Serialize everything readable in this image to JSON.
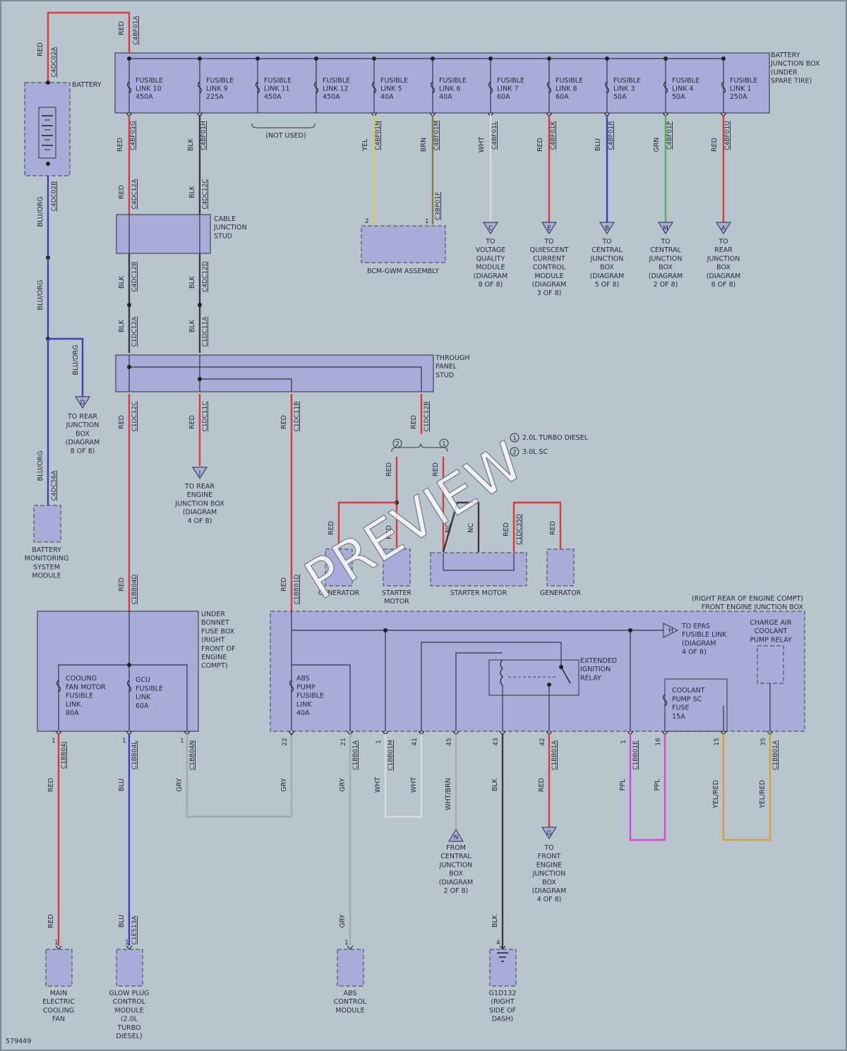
{
  "diagram_id": "579449",
  "watermark": "PREVIEW",
  "battery": {
    "label": "BATTERY",
    "top_conn": "C4DC02A",
    "bottom_conn": "C4DC02B"
  },
  "bjb": {
    "title_lines": [
      "BATTERY",
      "JUNCTION BOX",
      "(UNDER",
      "SPARE TIRE)"
    ],
    "input_conn": "C4BF01A",
    "links": [
      {
        "l1": "FUSIBLE",
        "l2": "LINK 10",
        "l3": "450A",
        "conn": "C4BF01G",
        "wire": "RED"
      },
      {
        "l1": "FUSIBLE",
        "l2": "LINK 9",
        "l3": "225A",
        "conn": "C4BF01H",
        "wire": "BLK"
      },
      {
        "l1": "FUSIBLE",
        "l2": "LINK 11",
        "l3": "450A",
        "conn": "",
        "wire": ""
      },
      {
        "l1": "FUSIBLE",
        "l2": "LINK 12",
        "l3": "450A",
        "conn": "",
        "wire": ""
      },
      {
        "l1": "FUSIBLE",
        "l2": "LINK 5",
        "l3": "40A",
        "conn": "C4BF01N",
        "wire": "YEL"
      },
      {
        "l1": "FUSIBLE",
        "l2": "LINK 6",
        "l3": "40A",
        "conn": "C4BF01M",
        "wire": "BRN"
      },
      {
        "l1": "FUSIBLE",
        "l2": "LINK 7",
        "l3": "60A",
        "conn": "C4BF01L",
        "wire": "WHT"
      },
      {
        "l1": "FUSIBLE",
        "l2": "LINK 8",
        "l3": "60A",
        "conn": "C4BF01K",
        "wire": "RED"
      },
      {
        "l1": "FUSIBLE",
        "l2": "LINK 3",
        "l3": "50A",
        "conn": "C4BF01R",
        "wire": "BLU"
      },
      {
        "l1": "FUSIBLE",
        "l2": "LINK 4",
        "l3": "50A",
        "conn": "C4BF01P",
        "wire": "GRN"
      },
      {
        "l1": "FUSIBLE",
        "l2": "LINK 1",
        "l3": "250A",
        "conn": "C4BF01U",
        "wire": "RED"
      }
    ],
    "not_used": "(NOT USED)"
  },
  "cable_stud": {
    "lines": [
      "CABLE",
      "JUNCTION",
      "STUD"
    ],
    "c1": "C4DC12A",
    "c2": "C4DC12C",
    "c3": "C4DC12B",
    "c4": "C4DC12D"
  },
  "bcm": {
    "label": "BCM-GWM ASSEMBLY",
    "conn": "C3BP01F"
  },
  "destinations": [
    {
      "letter": "C",
      "lines": [
        "TO",
        "VOLTAGE",
        "QUALITY",
        "MODULE",
        "(DIAGRAM",
        "8 OF 8)"
      ]
    },
    {
      "letter": "E",
      "lines": [
        "TO",
        "QUIESCENT",
        "CURRENT",
        "CONTROL",
        "MODULE",
        "(DIAGRAM",
        "3 OF 8)"
      ]
    },
    {
      "letter": "B",
      "lines": [
        "TO",
        "CENTRAL",
        "JUNCTION",
        "BOX",
        "(DIAGRAM",
        "5 OF 8)"
      ]
    },
    {
      "letter": "M",
      "lines": [
        "TO",
        "CENTRAL",
        "JUNCTION",
        "BOX",
        "(DIAGRAM",
        "2 OF 8)"
      ]
    },
    {
      "letter": "A",
      "lines": [
        "TO",
        "REAR",
        "JUNCTION",
        "BOX",
        "(DIAGRAM",
        "6 OF 8)"
      ]
    }
  ],
  "left_chain": {
    "wire": "BLU/ORG",
    "conn_bms": "C4DC56A"
  },
  "rear_jb_d": {
    "letter": "D",
    "lines": [
      "TO REAR",
      "JUNCTION",
      "BOX",
      "(DIAGRAM",
      "8 OF 8)"
    ]
  },
  "bms": {
    "lines": [
      "BATTERY",
      "MONITORING",
      "SYSTEM",
      "MODULE"
    ]
  },
  "through_stud": {
    "lines": [
      "THROUGH",
      "PANEL",
      "STUD"
    ],
    "c_a": "C1DC12A",
    "c_b": "C1DC11A",
    "out1": "C1DC12C",
    "out2": "C1DC11C",
    "out3": "C1DC11B",
    "out4": "C1DC12B"
  },
  "rear_engine_jb": {
    "letter": "J",
    "lines": [
      "TO REAR",
      "ENGINE",
      "JUNCTION BOX",
      "(DIAGRAM",
      "4 OF 8)"
    ]
  },
  "legend": [
    {
      "num": "1",
      "text": "2.0L TURBO DIESEL"
    },
    {
      "num": "2",
      "text": "3.0L SC"
    }
  ],
  "starter_area": {
    "generator_left": "GENERATOR",
    "starter_motor_1": [
      "STARTER",
      "MOTOR"
    ],
    "starter_motor_2": "STARTER MOTOR",
    "generator_right": "GENERATOR",
    "conn_35d": "C1DC35D",
    "nc": "NC"
  },
  "ubfb": {
    "title_lines": [
      "UNDER",
      "BONNET",
      "FUSE BOX",
      "(RIGHT",
      "FRONT OF",
      "ENGINE",
      "COMPT)"
    ],
    "in_conn": "C1BB04D",
    "fuse_a": [
      "COOLING",
      "FAN MOTOR",
      "FUSIBLE",
      "LINK",
      "80A"
    ],
    "fuse_b": [
      "GCU",
      "FUSIBLE",
      "LINK",
      "60A"
    ],
    "out": [
      {
        "pin": "1",
        "conn": "C1BB04J",
        "wire": "RED"
      },
      {
        "pin": "1",
        "conn": "C1BB04L",
        "wire": "BLU"
      },
      {
        "pin": "1",
        "conn": "C1BB04N",
        "wire": "GRY"
      }
    ]
  },
  "fejb": {
    "title_lines": [
      "(RIGHT REAR OF ENGINE COMPT)",
      "FRONT ENGINE JUNCTION BOX"
    ],
    "in_conn": "C1BB01D",
    "abs_fuse": [
      "ABS",
      "PUMP",
      "FUSIBLE",
      "LINK",
      "40A"
    ],
    "relay": [
      "EXTENDED",
      "IGNITION",
      "RELAY"
    ],
    "coolant_fuse": [
      "COOLANT",
      "PUMP SC",
      "FUSE",
      "15A"
    ],
    "charge_relay": [
      "CHARGE AIR",
      "COOLANT",
      "PUMP RELAY"
    ],
    "epas": {
      "letter": "H",
      "lines": [
        "TO EPAS",
        "FUSIBLE LINK",
        "(DIAGRAM",
        "4 OF 8)"
      ]
    },
    "pins": [
      {
        "pin": "22",
        "conn": "",
        "wire": "GRY"
      },
      {
        "pin": "21",
        "conn": "C1BB01A",
        "wire": "GRY"
      },
      {
        "pin": "1",
        "conn": "C1BB01M",
        "wire": "WHT"
      },
      {
        "pin": "41",
        "conn": "",
        "wire": "WHT"
      },
      {
        "pin": "45",
        "conn": "",
        "wire": "WHT/BRN"
      },
      {
        "pin": "43",
        "conn": "",
        "wire": "BLK"
      },
      {
        "pin": "42",
        "conn": "C1BB01A",
        "wire": "RED"
      },
      {
        "pin": "1",
        "conn": "C1BB01E",
        "wire": "PPL"
      },
      {
        "pin": "16",
        "conn": "",
        "wire": "PPL"
      },
      {
        "pin": "15",
        "conn": "",
        "wire": "YEL/RED"
      },
      {
        "pin": "35",
        "conn": "C1BB01A",
        "wire": "YEL/RED"
      }
    ]
  },
  "from_cjb": {
    "letter": "N",
    "lines": [
      "FROM",
      "CENTRAL",
      "JUNCTION",
      "BOX",
      "(DIAGRAM",
      "2 OF 8)"
    ]
  },
  "to_fejb": {
    "letter": "G",
    "lines": [
      "TO",
      "FRONT",
      "ENGINE",
      "JUNCTION",
      "BOX",
      "(DIAGRAM",
      "4 OF 8)"
    ]
  },
  "bottom": [
    {
      "lines": [
        "MAIN",
        "ELECTRIC",
        "COOLING",
        "FAN"
      ],
      "wire": "RED"
    },
    {
      "lines": [
        "GLOW PLUG",
        "CONTROL",
        "MODULE",
        "(2.0L",
        "TURBO",
        "DIESEL)"
      ],
      "wire": "BLU",
      "conn": "C1E513A"
    },
    {
      "lines": [
        "ABS",
        "CONTROL",
        "MODULE"
      ],
      "wire": "GRY"
    },
    {
      "lines": [
        "G1D132",
        "(RIGHT",
        "SIDE OF",
        "DASH)"
      ],
      "wire": "BLK"
    }
  ],
  "colors": {
    "red": "#d93a3a",
    "blk": "#3a3a46",
    "blue": "#3a3ad8",
    "yel": "#d4d040",
    "brn": "#8a7a3a",
    "wht": "#d8dcdc",
    "grn": "#4cb84c",
    "gry": "#a4aaaa",
    "ppl": "#e040e0",
    "yelred": "#d8a030",
    "bluorg": "#4040b0"
  }
}
